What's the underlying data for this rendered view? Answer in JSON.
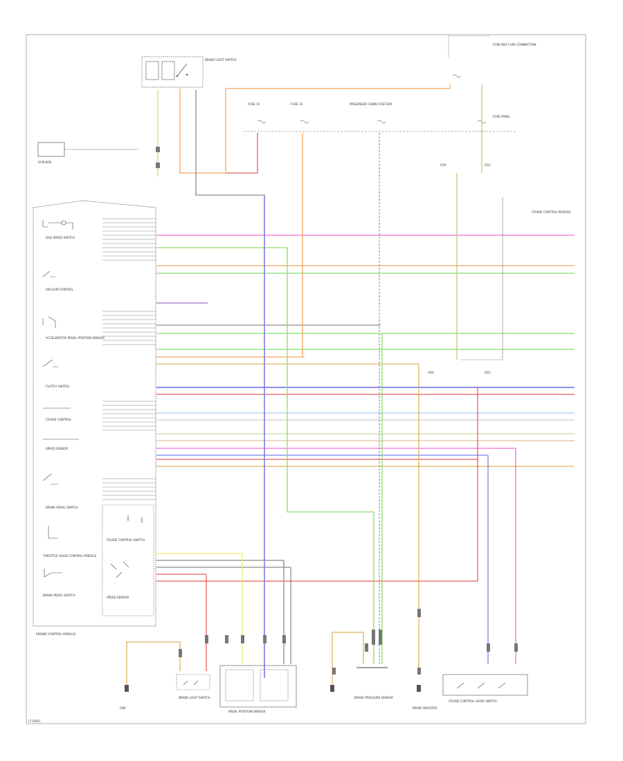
{
  "diagram": {
    "footer_code": "1776861",
    "labels": {
      "brake_light_switch": "BRAKE LIGHT SWITCH",
      "passenger_cabin_fuse_box": "PASSENGER CABIN FUSE BOX",
      "fuse_box_fused_connection": "FUSE BOX FUSE CONNECTION",
      "ecm_box": "ECM BOX",
      "fuse_10": "FUSE 10",
      "fuse_15": "FUSE 15",
      "fuse_panel": "FUSE PANEL",
      "engine_control_module": "ENGINE CONTROL MODULE",
      "idle_speed_switch": "IDLE SPEED SWITCH",
      "vacuum_control": "VACUUM CONTROL",
      "accel_pedal_position_sensor": "ACCELERATOR PEDAL POSITION SENSOR",
      "brake_pedal_switch": "BRAKE PEDAL SWITCH",
      "throttle_switch": "THROTTLE VALVE CONTROL MODULE",
      "cruise_control": "CRUISE CONTROL",
      "clutch_switch": "CLUTCH SWITCH",
      "speed_sensor_left": "SPEED SENSOR",
      "brake_pedal_switch_b": "BRAKE PEDAL SWITCH",
      "speed_sensor_right": "SPEED SENSOR",
      "cruise_switch": "CRUISE CONTROL SWITCH",
      "cruise_control_module": "CRUISE CONTROL MODULE",
      "brake_light_cluster": "BRAKE LIGHT SWITCH",
      "g1": "G50",
      "g2": "G51",
      "g3": "G60",
      "g4": "G61",
      "g5": "G80",
      "pedal_position_sensor": "PEDAL POSITION SENSOR",
      "brake_pressure_sensor": "BRAKE PRESSURE SENSOR",
      "brake_booster": "BRAKE BOOSTER",
      "cruise_lever": "CRUISE CONTROL LEVER SWITCH"
    },
    "wire_colors": {
      "orange": "#f5a55a",
      "blue": "#7d7ff2",
      "green": "#8bdc6a",
      "pink": "#ee6fd7",
      "red": "#ea5a5a",
      "yellow": "#eeee66",
      "tan": "#e4b05a",
      "grey": "#8a8a8a",
      "olive": "#b8d06a",
      "lightblue": "#aaccee",
      "purple": "#9a6fce"
    }
  }
}
